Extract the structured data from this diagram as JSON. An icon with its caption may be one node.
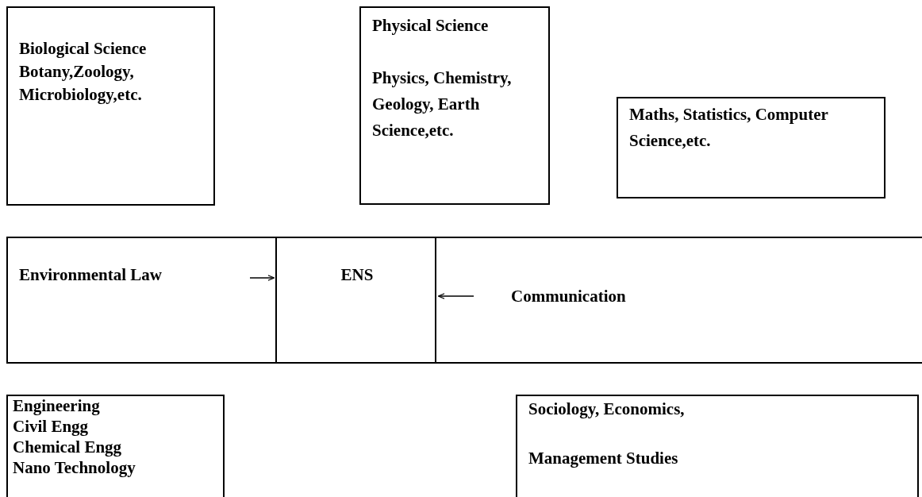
{
  "diagram": {
    "nodes": [
      {
        "text": [
          "Biological Science",
          "Botany,Zoology, Microbiology,etc."
        ]
      },
      {
        "text": [
          "Physical Science",
          "Physics, Chemistry, Geology, Earth Science,etc."
        ]
      },
      {
        "text": [
          "Maths, Statistics, Computer Science,etc."
        ]
      },
      {
        "text": [
          "Environmental Law"
        ]
      },
      {
        "text": [
          "ENS"
        ]
      },
      {
        "text": [
          "Communication"
        ]
      },
      {
        "text": [
          "Engineering",
          "Civil Engg",
          "Chemical Engg",
          "Nano Technology"
        ]
      },
      {
        "text": [
          "Sociology, Economics,",
          "Management Studies"
        ]
      }
    ],
    "edges": [
      {
        "from": 3,
        "to": 4,
        "arrow": "to"
      },
      {
        "from": 5,
        "to": 4,
        "arrow": "to"
      }
    ]
  }
}
